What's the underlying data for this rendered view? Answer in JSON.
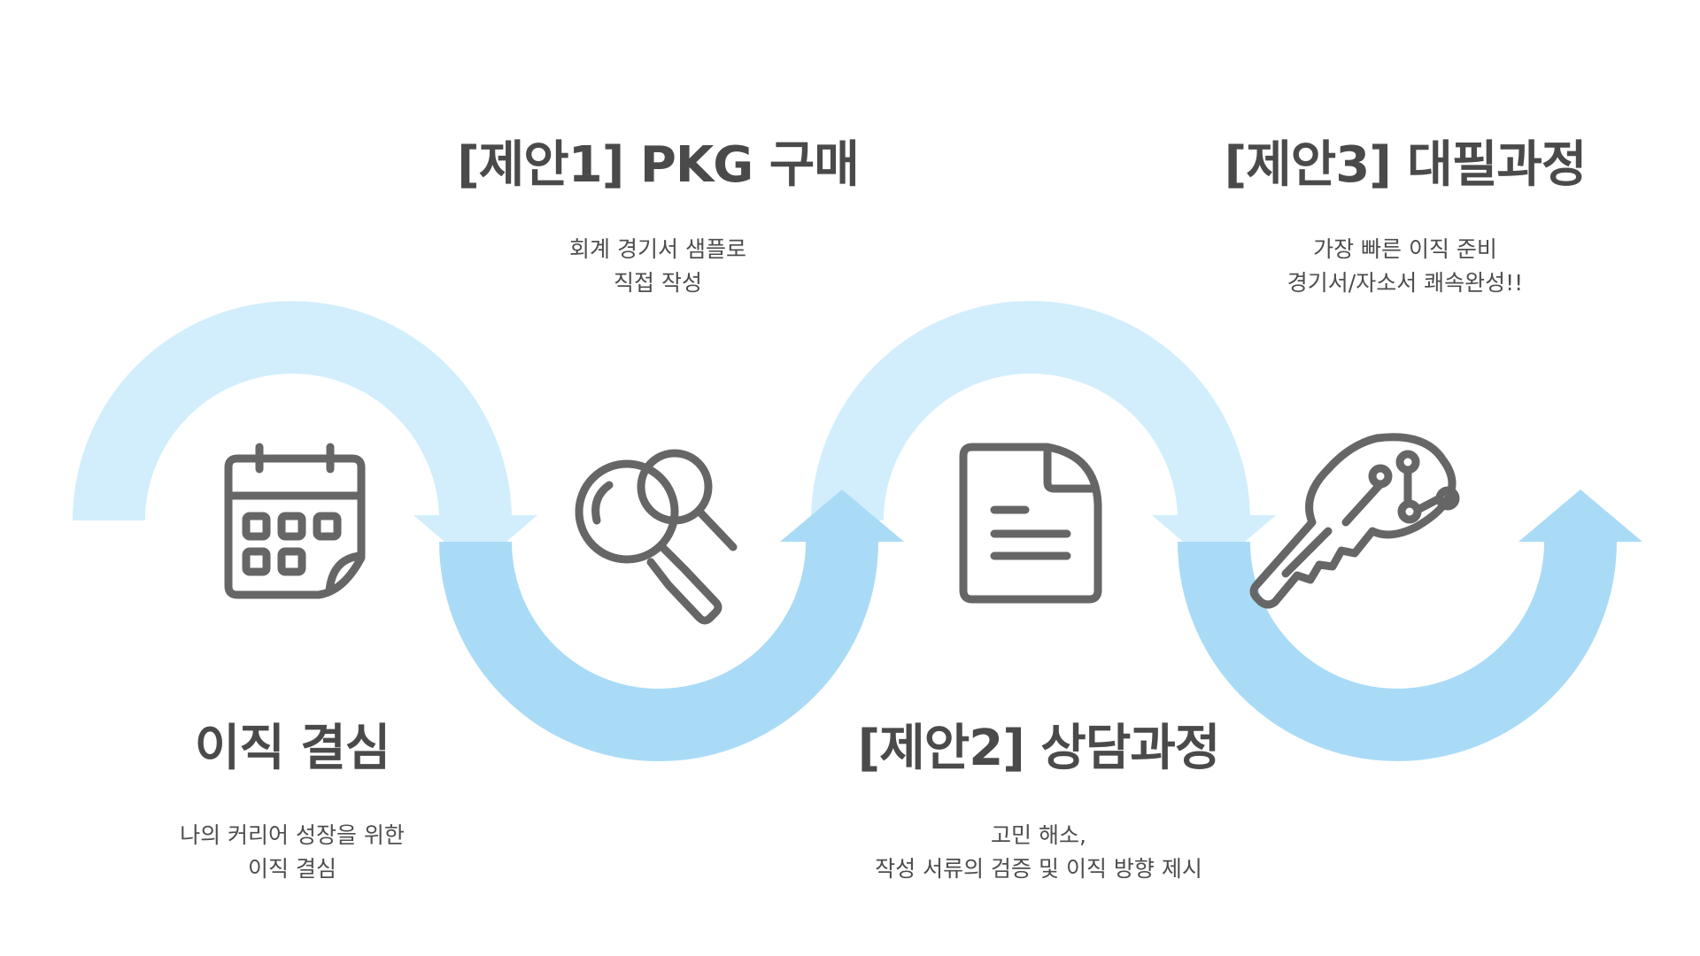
{
  "stages": [
    {
      "title": "이직 결심",
      "desc": [
        "나의 커리어 성장을 위한",
        "이직 결심"
      ],
      "icon": "calendar-icon"
    },
    {
      "title": "[제안1] PKG 구매",
      "desc": [
        "회계 경기서 샘플로",
        "직접 작성"
      ],
      "icon": "magnifier-icon"
    },
    {
      "title": "[제안2] 상담과정",
      "desc": [
        "고민 해소,",
        "작성 서류의 검증 및 이직 방향 제시"
      ],
      "icon": "document-icon"
    },
    {
      "title": "[제안3] 대필과정",
      "desc": [
        "가장 빠른 이직 준비",
        "경기서/자소서 쾌속완성!!"
      ],
      "icon": "key-icon"
    }
  ],
  "colors": {
    "arc_light": "#D2EEFC",
    "arc_dark": "#A9DBF7",
    "icon": "#666666",
    "title": "#4a4a4a"
  }
}
